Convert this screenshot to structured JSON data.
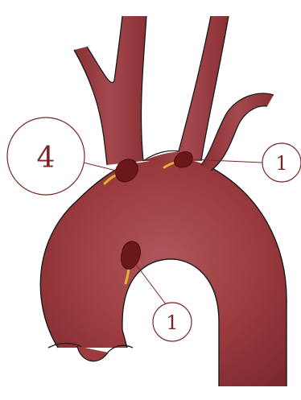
{
  "colors": {
    "vessel_fill": "#9b3b3f",
    "vessel_core": "#a84a4f",
    "vessel_edge": "#6e1f24",
    "outline": "#1a1a1a",
    "lesion": "#6b1818",
    "lesion_rim": "#4a0c0c",
    "stalk": "#e0b630",
    "callout": "#7a2424"
  },
  "labels": {
    "upper_left": "4",
    "upper_right": "1",
    "lower_center": "1"
  },
  "icons": {
    "lesion": "mass-icon",
    "stalk": "attachment-icon"
  }
}
